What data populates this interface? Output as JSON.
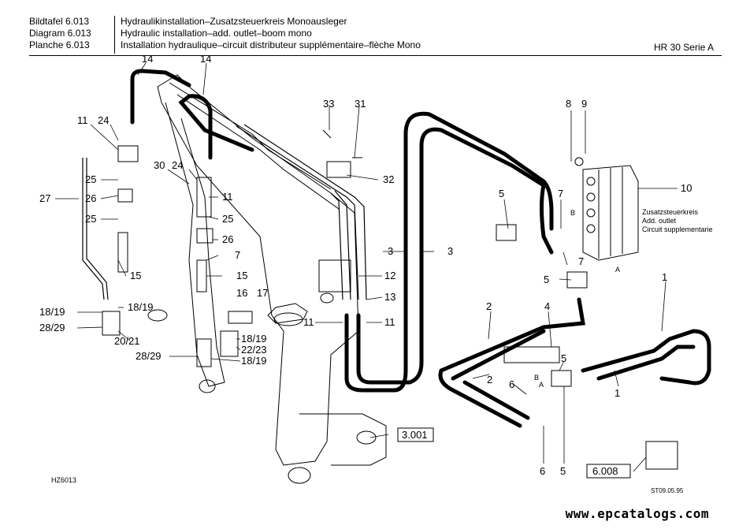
{
  "header": {
    "labels": [
      "Bildtafel 6.013",
      "Diagram 6.013",
      "Planche 6.013"
    ],
    "titles": [
      "Hydraulikinstallation–Zusatzsteuerkreis Monoausleger",
      "Hydraulic installation–add. outlet–boom mono",
      "Installation hydraulique–circuit distributeur supplémentaire–flèche Mono"
    ],
    "model": "HR 30 Serie A"
  },
  "callouts": {
    "c14a": "14",
    "c14b": "14",
    "c33": "33",
    "c31": "31",
    "c32": "32",
    "c8": "8",
    "c9": "9",
    "c10": "10",
    "c11a": "11",
    "c24a": "24",
    "c25a": "25",
    "c26a": "26",
    "c27": "27",
    "c25b": "25",
    "c30": "30",
    "c24b": "24",
    "c11b": "11",
    "c25c": "25",
    "c26b": "26",
    "c7a": "7",
    "c15a": "15",
    "c15b": "15",
    "c18_19a": "18/19",
    "c28_29a": "28/29",
    "c18_19b": "18/19",
    "c20_21": "20/21",
    "c16": "16",
    "c17": "17",
    "c18_19c": "18/19",
    "c22_23": "22/23",
    "c28_29b": "28/29",
    "c18_19d": "18/19",
    "c3a": "3",
    "c3b": "3",
    "c12": "12",
    "c13": "13",
    "c11c": "11",
    "c11d": "11",
    "c5a": "5",
    "c7b": "7",
    "c7c": "7",
    "c5b": "5",
    "c1": "1",
    "c2a": "2",
    "c4": "4",
    "c2b": "2",
    "c6a": "6",
    "c5c": "5",
    "c1b": "1",
    "c6b": "6",
    "c5d": "5",
    "c_b1": "B",
    "c_a": "A",
    "c_b2": "B",
    "c_a2": "A"
  },
  "valve_notes": [
    "Zusatzsteuerkreis",
    "Add. outlet",
    "Circuit supplementarie"
  ],
  "refs": {
    "ref1": "3.001",
    "ref2": "6.008"
  },
  "footer": {
    "left": "HZ6013",
    "right": "ST09.05.95"
  },
  "watermark": "www.epcatalogs.com"
}
